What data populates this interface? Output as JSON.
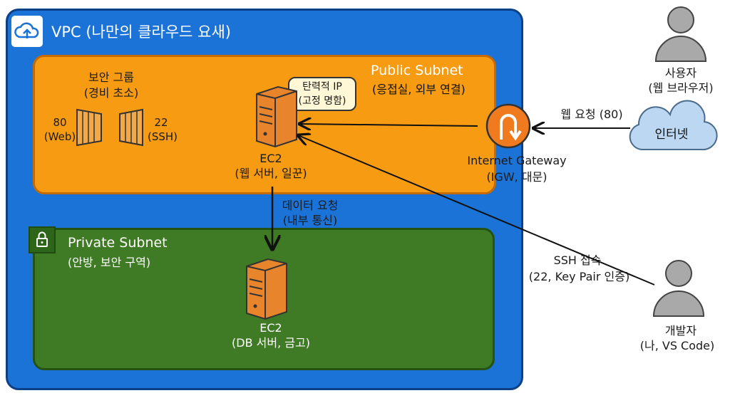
{
  "vpc": {
    "title": "VPC (나만의 클라우드 요새)",
    "icon": "cloud-upload-icon"
  },
  "public_subnet": {
    "title": "Public Subnet",
    "subtitle": "(응접실, 외부 연결)"
  },
  "security_group": {
    "title": "보안 그룹",
    "subtitle": "(경비 초소)",
    "port_web": "80",
    "port_web_label": "(Web)",
    "port_ssh": "22",
    "port_ssh_label": "(SSH)",
    "icon": "firewall-icon"
  },
  "ec2_web": {
    "title": "EC2",
    "subtitle": "(웹 서버, 일꾼)",
    "icon": "server-icon"
  },
  "elastic_ip": {
    "line1": "탄력적 IP",
    "line2": "(고정 명함)"
  },
  "igw": {
    "title": "Internet Gateway",
    "subtitle": "(IGW, 대문)",
    "icon": "u-turn-arrow-icon"
  },
  "private_subnet": {
    "title": "Private Subnet",
    "subtitle": "(안방, 보안 구역)",
    "icon": "lock-icon"
  },
  "ec2_db": {
    "title": "EC2",
    "subtitle": "(DB 서버, 금고)",
    "icon": "server-icon"
  },
  "data_request": {
    "line1": "데이터 요청",
    "line2": "(내부 통신)"
  },
  "user": {
    "title": "사용자",
    "subtitle": "(웹 브라우저)",
    "icon": "user-icon"
  },
  "internet": {
    "label": "인터넷",
    "icon": "cloud-icon"
  },
  "web_request": {
    "label": "웹 요청 (80)"
  },
  "developer": {
    "title": "개발자",
    "subtitle": "(나, VS Code)",
    "icon": "user-icon"
  },
  "ssh_access": {
    "line1": "SSH 접속",
    "line2": "(22, Key Pair 인증)"
  },
  "colors": {
    "vpc": "#1b73d8",
    "public_subnet": "#f79b12",
    "private_subnet": "#3f7a25",
    "server": "#e8842c",
    "internet_cloud": "#bcd7f2"
  }
}
